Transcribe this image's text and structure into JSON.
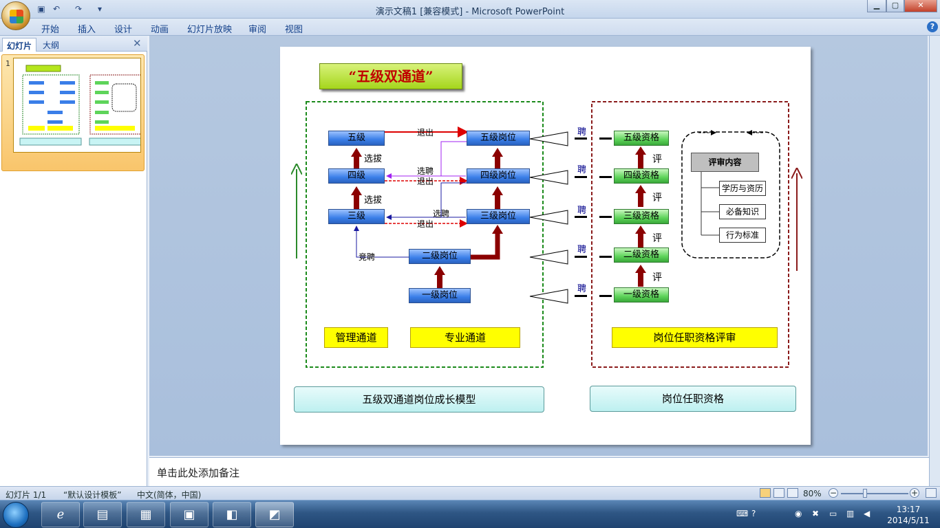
{
  "window": {
    "title": "演示文稿1 [兼容模式] - Microsoft PowerPoint"
  },
  "quickaccess": {
    "save": "▣",
    "undo": "↶",
    "redo": "↷",
    "more": "▾"
  },
  "ribbon": {
    "tabs": [
      "开始",
      "插入",
      "设计",
      "动画",
      "幻灯片放映",
      "审阅",
      "视图"
    ],
    "help": "?"
  },
  "leftpane": {
    "tab_slides": "幻灯片",
    "tab_outline": "大纲",
    "close": "✕",
    "thumb_number": "1"
  },
  "slide": {
    "title": "“五级双通道”",
    "management_levels": [
      "五级",
      "四级",
      "三级"
    ],
    "professional_posts": [
      "五级岗位",
      "四级岗位",
      "三级岗位",
      "二级岗位",
      "一级岗位"
    ],
    "qualifications": [
      "五级资格",
      "四级资格",
      "三级资格",
      "二级资格",
      "一级资格"
    ],
    "labels": {
      "tuichu": "退出",
      "xuanba": "选拔",
      "xuanpin": "选聘",
      "jingpin": "竞聘",
      "pin": "聘",
      "ping": "评"
    },
    "review_title": "评审内容",
    "review_items": [
      "学历与资历",
      "必备知识",
      "行为标准"
    ],
    "yellow": {
      "mgmt": "管理通道",
      "prof": "专业通道",
      "review": "岗位任职资格评审"
    },
    "scroll_left": "五级双通道岗位成长模型",
    "scroll_right": "岗位任职资格"
  },
  "notes": {
    "placeholder": "单击此处添加备注"
  },
  "status": {
    "slide": "幻灯片 1/1",
    "template": "“默认设计模板”",
    "lang": "中文(简体，中国)",
    "zoom": "80%"
  },
  "taskbar": {
    "time": "13:17",
    "date": "2014/5/11"
  }
}
